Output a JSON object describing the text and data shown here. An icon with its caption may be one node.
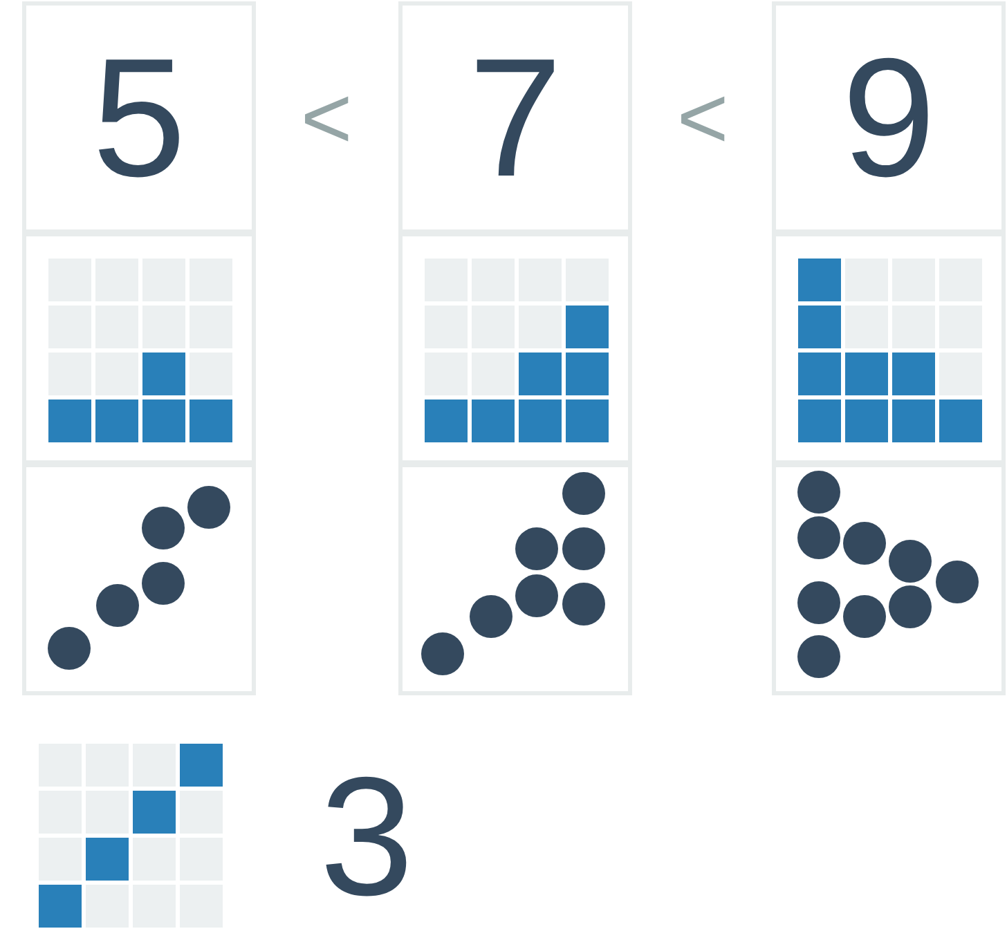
{
  "diagram": {
    "nodes": [
      {
        "text": [
          "5"
        ]
      },
      {
        "text": [],
        "shape": "box"
      },
      {
        "text": [],
        "shape": "box"
      },
      {
        "text": [
          "7"
        ]
      },
      {
        "text": [],
        "shape": "box"
      },
      {
        "text": [],
        "shape": "box"
      },
      {
        "text": [
          "9"
        ]
      },
      {
        "text": [],
        "shape": "box"
      },
      {
        "text": [],
        "shape": "box"
      }
    ],
    "labels": [
      "<",
      "<",
      "3"
    ]
  }
}
